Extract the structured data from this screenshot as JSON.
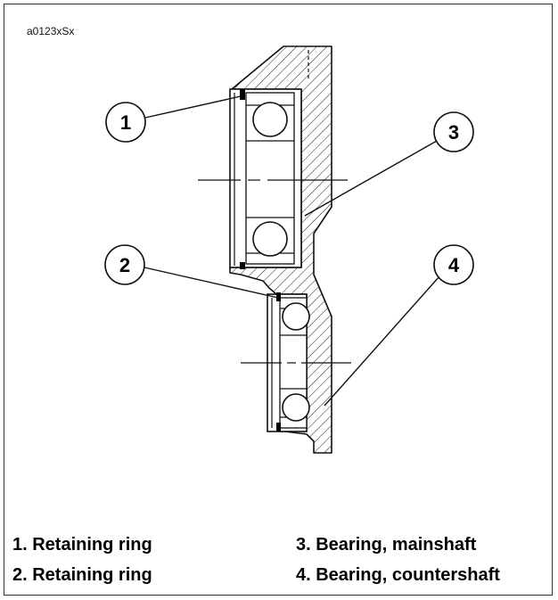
{
  "figure_id": "a0123xSx",
  "callouts": [
    {
      "number": "1"
    },
    {
      "number": "2"
    },
    {
      "number": "3"
    },
    {
      "number": "4"
    }
  ],
  "legend": [
    {
      "text": "1. Retaining ring"
    },
    {
      "text": "2. Retaining ring"
    },
    {
      "text": "3. Bearing, mainshaft"
    },
    {
      "text": "4. Bearing, countershaft"
    }
  ]
}
